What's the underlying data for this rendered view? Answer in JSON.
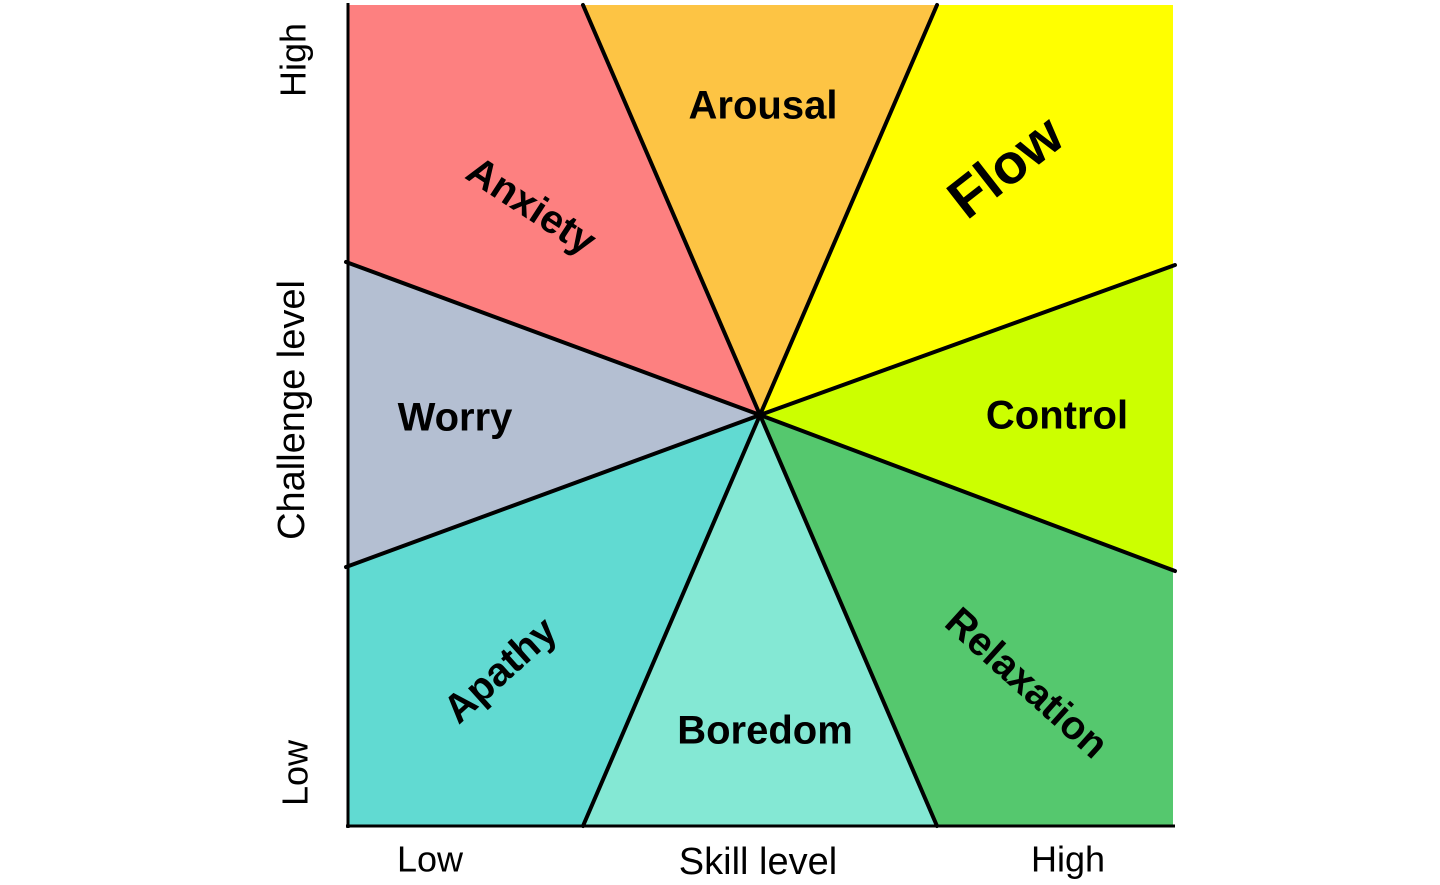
{
  "diagram": {
    "regions": [
      {
        "key": "anxiety",
        "label": "Anxiety",
        "color": "#fd8080"
      },
      {
        "key": "arousal",
        "label": "Arousal",
        "color": "#fdc444"
      },
      {
        "key": "flow",
        "label": "Flow",
        "color": "#ffff00"
      },
      {
        "key": "control",
        "label": "Control",
        "color": "#ccff00"
      },
      {
        "key": "relaxation",
        "label": "Relaxation",
        "color": "#55c86e"
      },
      {
        "key": "boredom",
        "label": "Boredom",
        "color": "#84e8d4"
      },
      {
        "key": "apathy",
        "label": "Apathy",
        "color": "#61dad2"
      },
      {
        "key": "worry",
        "label": "Worry",
        "color": "#b4bfd2"
      }
    ],
    "y_axis": {
      "title": "Challenge level",
      "high": "High",
      "low": "Low"
    },
    "x_axis": {
      "title": "Skill level",
      "low": "Low",
      "high": "High"
    }
  }
}
